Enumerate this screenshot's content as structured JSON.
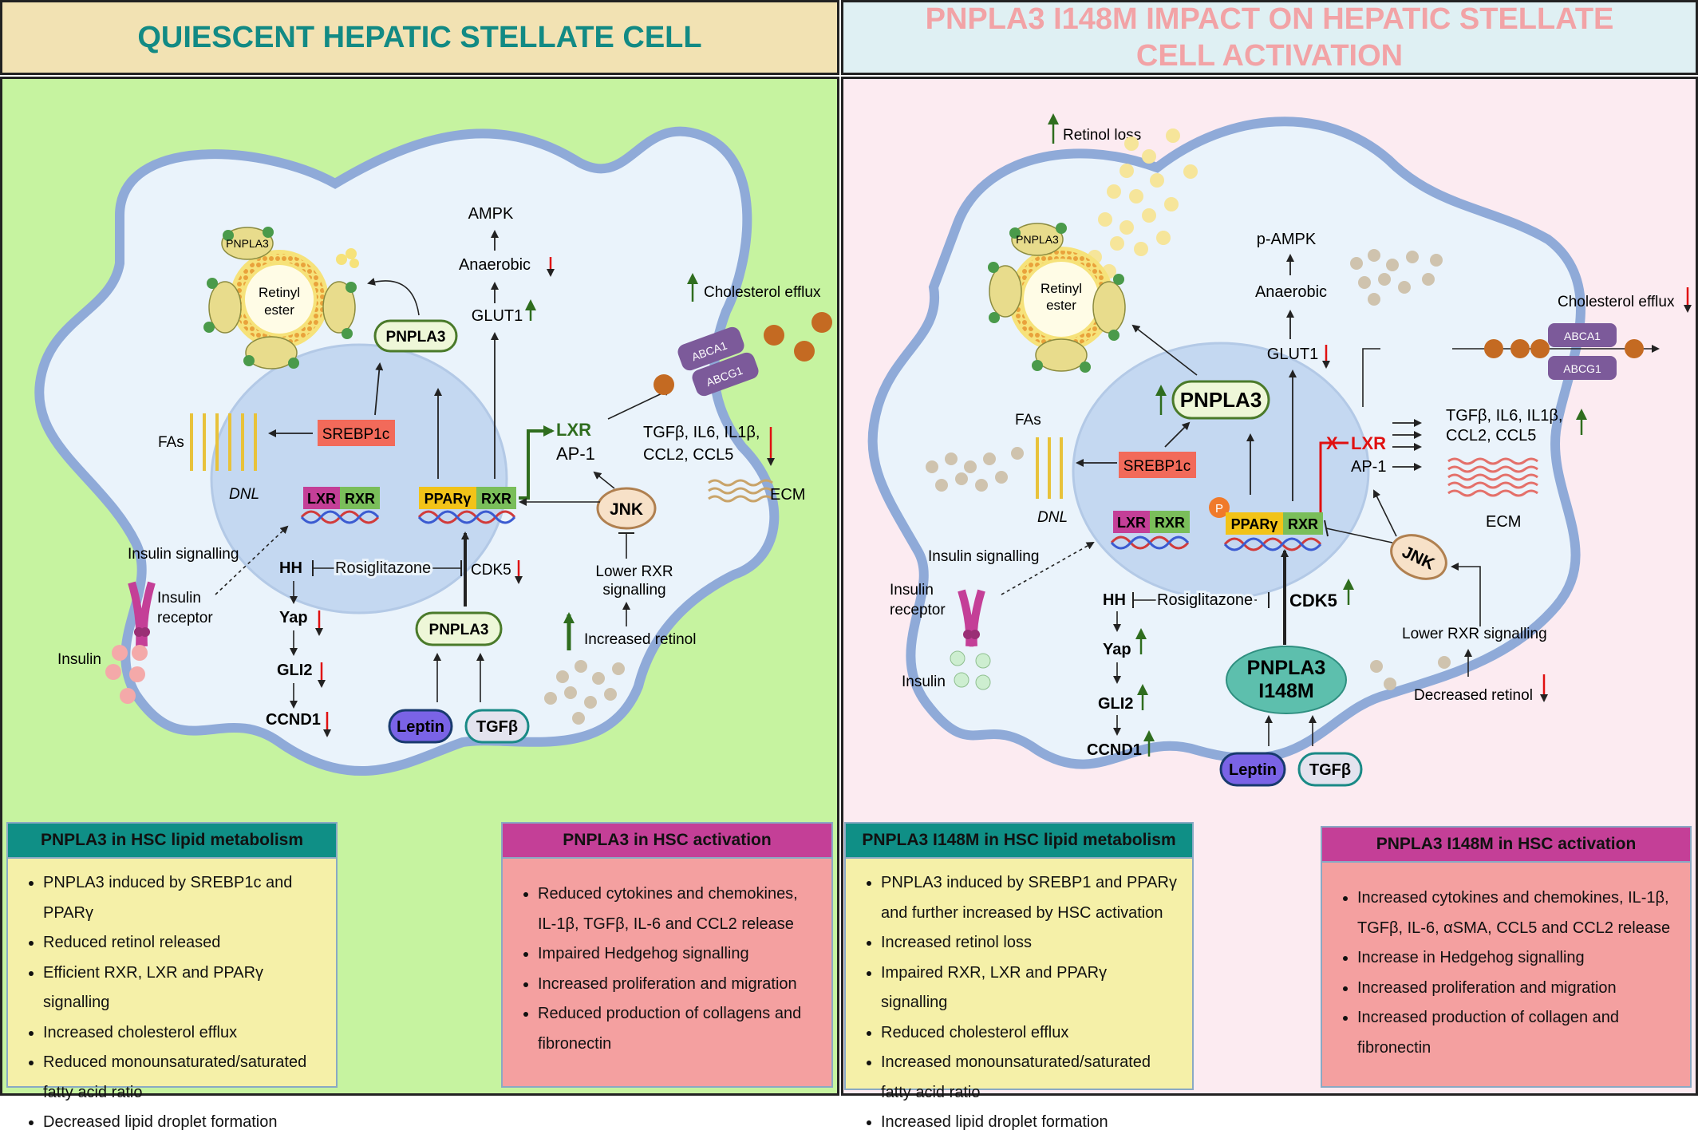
{
  "headers": {
    "left": "QUIESCENT HEPATIC STELLATE CELL",
    "right": "PNPLA3 I148M IMPACT ON HEPATIC STELLATE CELL ACTIVATION"
  },
  "left_diagram": {
    "ld_pnpla3": "PNPLA3",
    "retinyl1": "Retinyl",
    "retinyl2": "ester",
    "pnpla3_box": "PNPLA3",
    "srebp1c": "SREBP1c",
    "fas": "FAs",
    "dnl": "DNL",
    "lxr": "LXR",
    "rxr": "RXR",
    "ppar": "PPARγ",
    "rxr2": "RXR",
    "ampk": "AMPK",
    "anaerobic": "Anaerobic",
    "glut1": "GLUT1",
    "lxr_out": "LXR",
    "ap1": "AP-1",
    "cyto1": "TGFβ, IL6, IL1β,",
    "cyto2": "CCL2, CCL5",
    "ecm": "ECM",
    "chol": "Cholesterol efflux",
    "abca1": "ABCA1",
    "abcg1": "ABCG1",
    "jnk": "JNK",
    "lower_rxr1": "Lower RXR",
    "lower_rxr2": "signalling",
    "inc_retinol": "Increased retinol",
    "ins_signal": "Insulin signalling",
    "ins_receptor1": "Insulin",
    "ins_receptor2": "receptor",
    "insulin": "Insulin",
    "hh": "HH",
    "rosi": "Rosiglitazone",
    "cdk5": "CDK5",
    "yap": "Yap",
    "gli2": "GLI2",
    "ccnd1": "CCND1",
    "pnpla3_lower": "PNPLA3",
    "leptin": "Leptin",
    "tgfb": "TGFβ"
  },
  "right_diagram": {
    "retinol_loss": "Retinol loss",
    "ld_pnpla3": "PNPLA3",
    "retinyl1": "Retinyl",
    "retinyl2": "ester",
    "pampk": "p-AMPK",
    "anaerobic": "Anaerobic",
    "glut1": "GLUT1",
    "chol": "Cholesterol efflux",
    "abca1": "ABCA1",
    "abcg1": "ABCG1",
    "pnpla3_box": "PNPLA3",
    "fas": "FAs",
    "srebp1c": "SREBP1c",
    "dnl": "DNL",
    "lxr_x": "X",
    "lxr_out": "LXR",
    "ap1": "AP-1",
    "cyto1": "TGFβ, IL6, IL1β,",
    "cyto2": "CCL2, CCL5",
    "ecm": "ECM",
    "p": "P",
    "lxr": "LXR",
    "rxr": "RXR",
    "ppar": "PPARγ",
    "rxr2": "RXR",
    "jnk": "JNK",
    "ins_signal": "Insulin signalling",
    "ins_receptor1": "Insulin",
    "ins_receptor2": "receptor",
    "insulin": "Insulin",
    "hh": "HH",
    "rosi": "Rosiglitazone",
    "cdk5": "CDK5",
    "yap": "Yap",
    "gli2": "GLI2",
    "ccnd1": "CCND1",
    "i148m1": "PNPLA3",
    "i148m2": "I148M",
    "lower_rxr": "Lower RXR signalling",
    "dec_retinol": "Decreased retinol",
    "leptin": "Leptin",
    "tgfb": "TGFβ"
  },
  "boxes": {
    "left_lipid": {
      "title": "PNPLA3 in HSC lipid metabolism",
      "items": [
        "PNPLA3 induced by SREBP1c and PPARγ",
        "Reduced retinol released",
        "Efficient RXR, LXR and PPARγ signalling",
        "Increased cholesterol efflux",
        "Reduced monounsaturated/saturated fatty acid ratio",
        "Decreased lipid droplet formation"
      ]
    },
    "left_activation": {
      "title": "PNPLA3 in HSC activation",
      "items": [
        "Reduced cytokines and chemokines, IL-1β, TGFβ, IL-6 and CCL2 release",
        "Impaired Hedgehog signalling",
        "Increased proliferation and migration",
        "Reduced production of collagens and fibronectin"
      ]
    },
    "right_lipid": {
      "title": "PNPLA3 I148M in HSC lipid metabolism",
      "items": [
        "PNPLA3 induced by SREBP1 and PPARγ and further increased by HSC activation",
        "Increased retinol loss",
        "Impaired RXR, LXR and PPARγ signalling",
        "Reduced cholesterol efflux",
        "Increased monounsaturated/saturated fatty acid ratio",
        "Increased lipid droplet formation"
      ]
    },
    "right_activation": {
      "title": "PNPLA3 I148M  in HSC activation",
      "items": [
        "Increased cytokines and chemokines, IL-1β, TGFβ, IL-6, αSMA, CCL5 and CCL2 release",
        "Increase in Hedgehog signalling",
        "Increased proliferation and migration",
        "Increased production of collagen and fibronectin"
      ]
    }
  },
  "colors": {
    "left_bg": "#c6f3a0",
    "right_bg": "#fcebf1",
    "cell_fill": "#eaf3fb",
    "membrane": "#8faad8",
    "nucleus": "#c4d8f1",
    "up_arrow": "#1e6b1e",
    "down_arrow": "#e01010"
  }
}
